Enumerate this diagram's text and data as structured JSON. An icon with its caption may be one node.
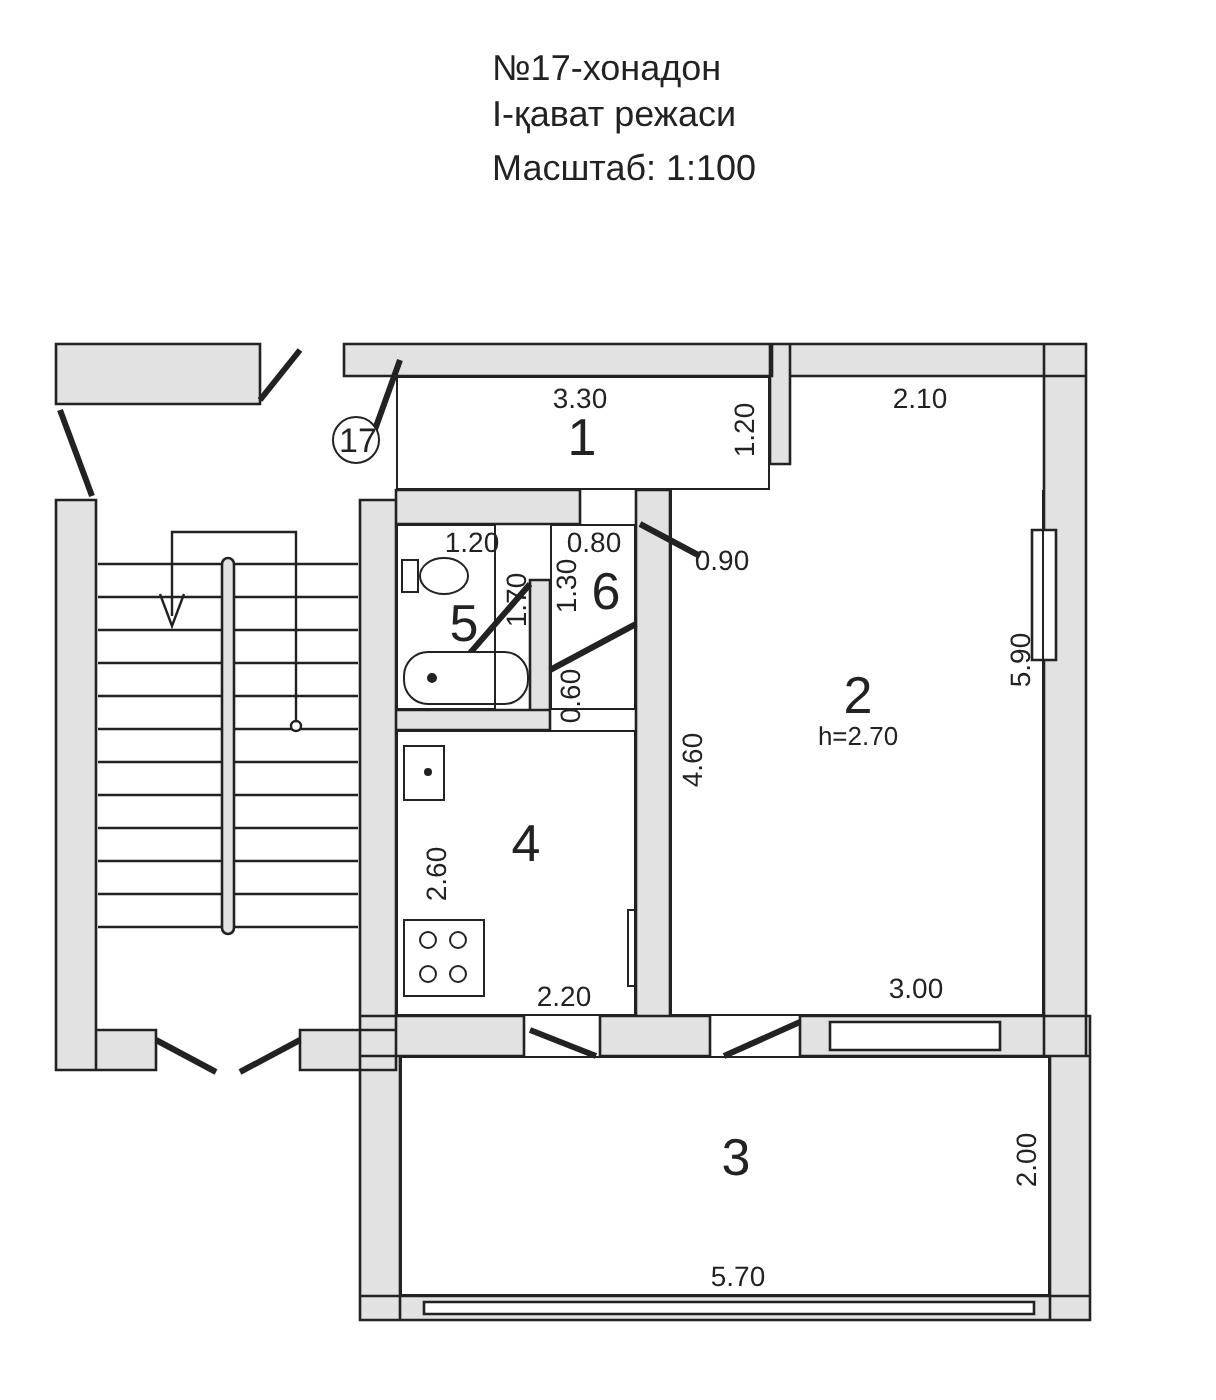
{
  "diagram": {
    "title": "№17-хонадон",
    "nodes": [
      {
        "text": [
          "17"
        ]
      },
      {
        "text": [
          "1"
        ]
      },
      {
        "text": [
          "6"
        ]
      },
      {
        "text": [
          "5"
        ]
      },
      {
        "text": [
          "2",
          "h=2.70"
        ]
      },
      {
        "text": [
          "4"
        ]
      },
      {
        "text": [
          "3"
        ]
      }
    ],
    "labels": [
      "I-қават режаси",
      "Масштаб: 1:100",
      "3.30",
      "2.10",
      "1.20",
      "1.20",
      "0.80",
      "0.90",
      "1.70",
      "1.30",
      "0.60",
      "5.90",
      "4.60",
      "2.60",
      "2.20",
      "3.00",
      "2.00",
      "5.70"
    ]
  }
}
